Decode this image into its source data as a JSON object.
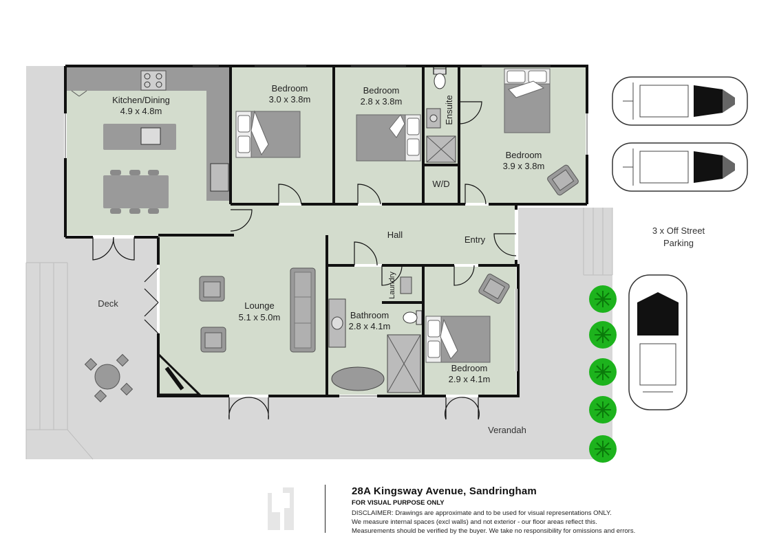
{
  "rooms": {
    "kitchen": {
      "name": "Kitchen/Dining",
      "size": "4.9 x 4.8m"
    },
    "bedroom1": {
      "name": "Bedroom",
      "size": "3.0 x 3.8m"
    },
    "bedroom2": {
      "name": "Bedroom",
      "size": "2.8 x 3.8m"
    },
    "ensuite": {
      "name": "Ensuite"
    },
    "bedroom3": {
      "name": "Bedroom",
      "size": "3.9 x 3.8m"
    },
    "wd": {
      "name": "W/D"
    },
    "hall": {
      "name": "Hall"
    },
    "entry": {
      "name": "Entry"
    },
    "lounge": {
      "name": "Lounge",
      "size": "5.1 x 5.0m"
    },
    "laundry": {
      "name": "Laundry"
    },
    "bathroom": {
      "name": "Bathroom",
      "size": "2.8 x 4.1m"
    },
    "bedroom4": {
      "name": "Bedroom",
      "size": "2.9 x 4.1m"
    }
  },
  "exterior": {
    "deck": "Deck",
    "verandah": "Verandah",
    "parking_line1": "3 x Off Street",
    "parking_line2": "Parking"
  },
  "footer": {
    "address": "28A Kingsway Avenue, Sandringham",
    "subtitle": "FOR VISUAL PURPOSE ONLY",
    "disclaimer_line1": "DISCLAIMER:  Drawings are approximate and to be used for visual representations ONLY.",
    "disclaimer_line2": "We measure internal spaces (excl walls) and not exterior - our floor areas reflect this.",
    "disclaimer_line3": "Measurements should be verified by the buyer. We take no responsibility for omissions and errors."
  },
  "colors": {
    "room_fill": "#d3dccd",
    "deck_fill": "#d8d8d8",
    "wall": "#111111",
    "furniture": "#9a9a9a",
    "tree": "#1db31d"
  }
}
